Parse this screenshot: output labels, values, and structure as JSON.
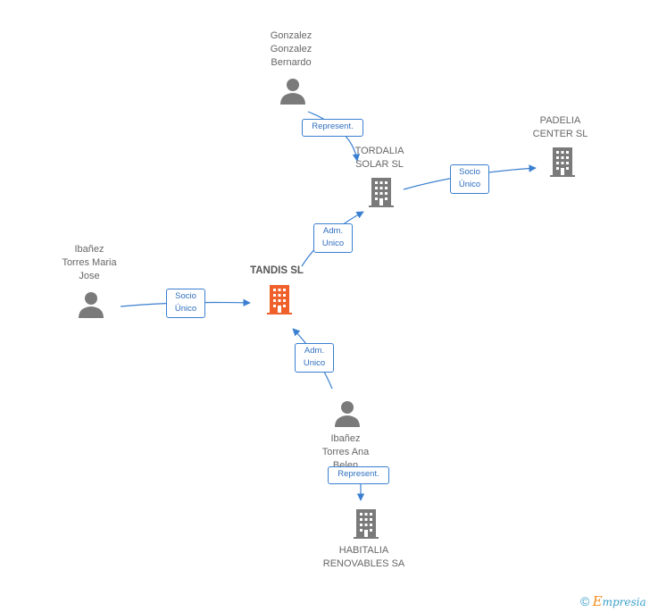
{
  "colors": {
    "accent": "#3a7fd0",
    "highlight": "#f0602a",
    "node": "#7a7a7a"
  },
  "nodes": {
    "gonzalez": {
      "label": "Gonzalez\nGonzalez\nBernardo",
      "icon": "person-icon"
    },
    "tordalia": {
      "label": "TORDALIA\nSOLAR SL",
      "icon": "building-icon"
    },
    "padelia": {
      "label": "PADELIA\nCENTER SL",
      "icon": "building-icon"
    },
    "tandis": {
      "label": "TANDIS SL",
      "icon": "building-icon"
    },
    "ibanez_maria": {
      "label": "Ibañez\nTorres Maria\nJose",
      "icon": "person-icon"
    },
    "ibanez_ana": {
      "label": "Ibañez\nTorres Ana\nBelen",
      "icon": "person-icon"
    },
    "habitalia": {
      "label": "HABITALIA\nRENOVABLES SA",
      "icon": "building-icon"
    }
  },
  "edges": {
    "gonzalez_tordalia": "Represent.",
    "tordalia_padelia": "Socio\nÚnico",
    "tandis_tordalia": "Adm.\nUnico",
    "maria_tandis": "Socio\nÚnico",
    "ana_tandis": "Adm.\nUnico",
    "ana_habitalia": "Represent."
  },
  "watermark": {
    "copyright": "©",
    "brand_initial": "E",
    "brand_rest": "mpresia"
  }
}
